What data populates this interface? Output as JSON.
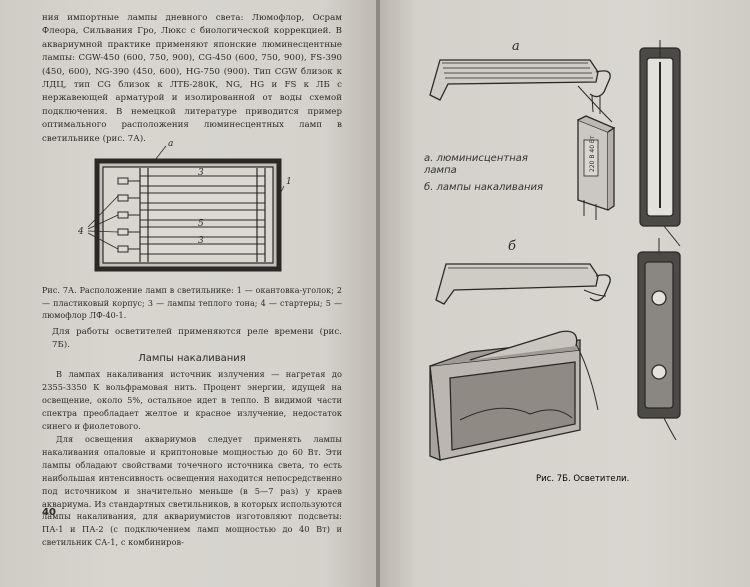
{
  "left_page": {
    "paragraph_1": "ния импортные лампы дневного света: Люмофлор, Осрам Флеора, Сильвания Гро, Люкс с биологической коррекцией. В аквариумной практике применяют японские люминесцентные лампы: CGW-450 (600, 750, 900), CG-450 (600, 750, 900), FS-390 (450, 600), NG-390 (450, 600), HG-750 (900). Тип CGW близок к ЛДЦ, тип CG близок к ЛТБ-280К, NG, HG и FS к ЛБ с нержавеющей арматурой и изолированной от воды схемой подключения. В немецкой литературе приводится пример оптимального расположения люминесцентных ламп в светильнике (рис. 7А).",
    "figure_7a": {
      "labels": {
        "a": "а",
        "one": "1",
        "three_top": "3",
        "five": "5",
        "three_bottom": "3",
        "four": "4"
      },
      "caption": "Рис. 7А. Расположение ламп в светильнике: 1 — окантовка-уголок; 2 — пластиковый корпус; 3 — лампы теплого тона; 4 — стартеры; 5 — люмофлор ЛФ-40-1."
    },
    "relay_text": "Для работы осветителей применяются реле времени (рис. 7Б).",
    "section_heading": "Лампы накаливания",
    "paragraph_2": "В лампах накаливания источник излучения — нагретая до 2355-3350 К вольфрамовая нить. Процент энергии, идущей на освещение, около 5%, остальное идет в тепло. В видимой части спектра преобладает желтое и красное излучение, недостаток синего и фиолетового.",
    "paragraph_3": "Для освещения аквариумов следует применять лампы накаливания опаловые и криптоновые мощностью до 60 Вт. Эти лампы обладают свойствами точечного источника света, то есть наибольшая интенсивность освещения находится непосредственно под источником и значительно меньше (в 5—7 раз) у краев аквариума. Из стандартных светильников, в которых используются лампы накаливания, для аквариумистов изготовляют подсветы: ПА-1 и ПА-2 (с подключением ламп мощностью до 40 Вт) и светильник СА-1, с комбиниров-",
    "page_number": "40"
  },
  "right_page": {
    "figure_7b": {
      "label_a": "а",
      "label_b": "б",
      "legend_a": "а. люминисцентная лампа",
      "legend_b": "б. лампы накаливания",
      "relay_marking": "220 В 40 Вт",
      "caption": "Рис. 7Б. Осветители."
    }
  }
}
